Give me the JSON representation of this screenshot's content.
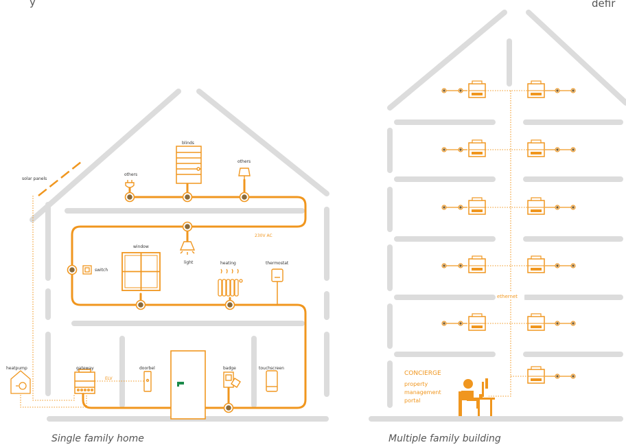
{
  "top_fragments": {
    "left": "y",
    "right": "defir"
  },
  "captions": {
    "single": "Single family home",
    "multiple": "Multiple family building"
  },
  "single_home": {
    "solar_panels": "solar panels",
    "others_left": "others",
    "blinds": "blinds",
    "others_right": "others",
    "voltage": "230V AC",
    "window": "window",
    "light": "light",
    "switch": "switch",
    "heating": "heating",
    "thermostat": "thermostat",
    "heatpump": "heatpump",
    "gateway": "gateway",
    "elv": "ELV",
    "doorbel": "doorbel",
    "badge": "badge",
    "touchscreen": "touchscreen"
  },
  "multi_building": {
    "ethernet": "ethernet",
    "concierge_title": "CONCIERGE",
    "concierge_lines": [
      "property",
      "management",
      "portal"
    ]
  },
  "colors": {
    "orange": "#f0961e",
    "grey": "#dcdcdc",
    "text": "#333333",
    "caption": "#555555"
  }
}
